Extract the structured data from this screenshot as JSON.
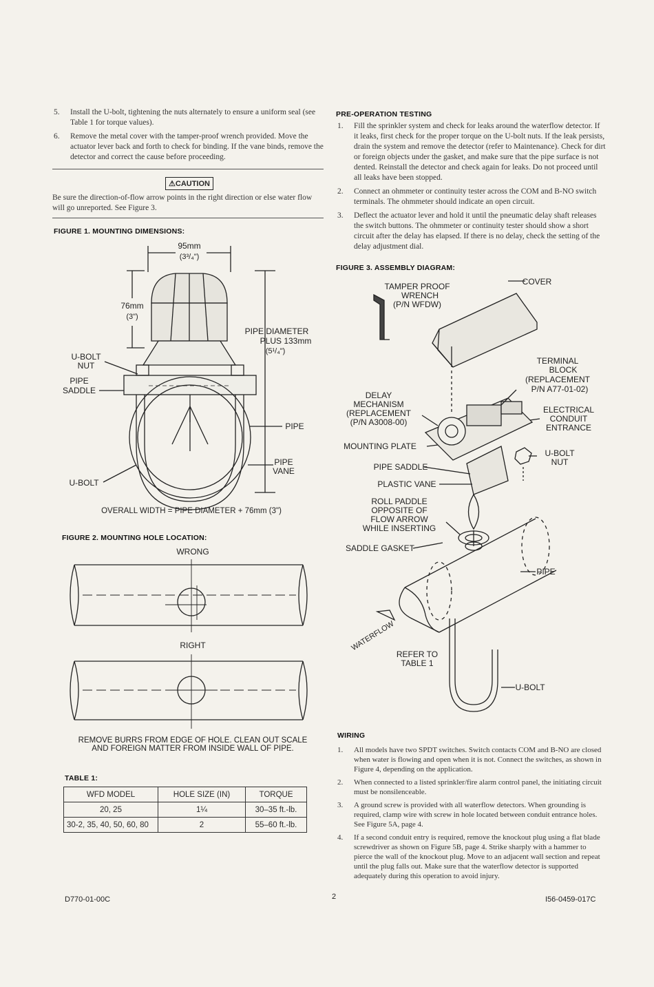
{
  "left": {
    "step5": {
      "num": "5.",
      "text": "Install the U-bolt, tightening the nuts alternately to ensure a uniform seal (see Table 1 for torque values)."
    },
    "step6": {
      "num": "6.",
      "text": "Remove the metal cover with the tamper-proof wrench provided. Move the actuator lever back and forth to check for binding. If the vane binds, remove the detector and correct the cause before proceeding."
    },
    "caution_label": "CAUTION",
    "caution_text": "Be sure the direction-of-flow arrow points in the right direction or else water flow will go unreported. See Figure 3.",
    "figure1": {
      "title": "FIGURE 1. MOUNTING DIMENSIONS:",
      "width_mm": "95mm",
      "width_in": "(3³/₄\")",
      "height_mm": "76mm",
      "height_in": "(3\")",
      "pipe_diameter_1": "PIPE DIAMETER",
      "pipe_diameter_2": "PLUS 133mm",
      "pipe_diameter_3": "(5¹/₄\")",
      "ubolt_nut_1": "U-BOLT",
      "ubolt_nut_2": "NUT",
      "pipe_saddle_1": "PIPE",
      "pipe_saddle_2": "SADDLE",
      "pipe": "PIPE",
      "pipe_vane_1": "PIPE",
      "pipe_vane_2": "VANE",
      "ubolt": "U-BOLT",
      "overall": "OVERALL WIDTH = PIPE DIAMETER + 76mm (3\")"
    },
    "figure2": {
      "title": "FIGURE 2. MOUNTING HOLE LOCATION:",
      "wrong": "WRONG",
      "right": "RIGHT",
      "note_1": "REMOVE BURRS FROM EDGE OF HOLE. CLEAN OUT SCALE",
      "note_2": "AND FOREIGN MATTER FROM INSIDE WALL OF PIPE."
    },
    "table1": {
      "title": "TABLE 1:",
      "headers": [
        "WFD MODEL",
        "HOLE SIZE (IN)",
        "TORQUE"
      ],
      "rows": [
        [
          "20, 25",
          "1¼",
          "30–35 ft.-lb."
        ],
        [
          "30-2, 35, 40, 50, 60, 80",
          "2",
          "55–60 ft.-lb."
        ]
      ]
    }
  },
  "right": {
    "preop": {
      "title": "PRE-OPERATION TESTING",
      "items": [
        {
          "num": "1.",
          "text": "Fill the sprinkler system and check for leaks around the waterflow detector. If it leaks, first check for the proper torque on the U-bolt nuts. If the leak persists, drain the system and remove the detector (refer to Maintenance). Check for dirt or foreign objects under the gasket, and make sure that the pipe surface is not dented. Reinstall the detector and check again for leaks. Do not proceed until all leaks have been stopped."
        },
        {
          "num": "2.",
          "text": "Connect an ohmmeter or continuity tester across the COM and B-NO switch terminals. The ohmmeter should indicate an open circuit."
        },
        {
          "num": "3.",
          "text": "Deflect the actuator lever and hold it until the pneumatic delay shaft releases the switch buttons. The ohmmeter or continuity tester should show a short circuit after the delay has elapsed. If there is no delay, check the setting of the delay adjustment dial."
        }
      ]
    },
    "figure3": {
      "title": "FIGURE 3. ASSEMBLY DIAGRAM:",
      "wrench_1": "TAMPER PROOF",
      "wrench_2": "WRENCH",
      "wrench_3": "(P/N WFDW)",
      "cover": "COVER",
      "terminal_1": "TERMINAL",
      "terminal_2": "BLOCK",
      "terminal_3": "(REPLACEMENT",
      "terminal_4": "P/N A77-01-02)",
      "delay_1": "DELAY",
      "delay_2": "MECHANISM",
      "delay_3": "(REPLACEMENT",
      "delay_4": "(P/N A3008-00)",
      "conduit_1": "ELECTRICAL",
      "conduit_2": "CONDUIT",
      "conduit_3": "ENTRANCE",
      "mounting_plate": "MOUNTING PLATE",
      "ubolt_nut_1": "U-BOLT",
      "ubolt_nut_2": "NUT",
      "pipe_saddle": "PIPE SADDLE",
      "plastic_vane": "PLASTIC VANE",
      "roll_1": "ROLL PADDLE",
      "roll_2": "OPPOSITE OF",
      "roll_3": "FLOW ARROW",
      "roll_4": "WHILE INSERTING",
      "gasket": "SADDLE GASKET",
      "pipe": "PIPE",
      "waterflow": "WATERFLOW",
      "refer_1": "REFER TO",
      "refer_2": "TABLE 1",
      "ubolt": "U-BOLT"
    },
    "wiring": {
      "title": "WIRING",
      "items": [
        {
          "num": "1.",
          "text": "All models have two SPDT switches. Switch contacts COM and B-NO are closed when water is flowing and open when it is not. Connect the switches, as shown in Figure 4, depending on the application."
        },
        {
          "num": "2.",
          "text": "When connected to a listed sprinkler/fire alarm control panel, the initiating circuit must be nonsilenceable."
        },
        {
          "num": "3.",
          "text": "A ground screw is provided with all waterflow detectors. When grounding is required, clamp wire with screw in hole located between conduit entrance holes. See Figure 5A, page 4."
        },
        {
          "num": "4.",
          "text": "If a second conduit entry is required, remove the knockout plug using a flat blade screwdriver as shown on Figure 5B, page 4. Strike sharply with a hammer to pierce the wall of the knockout plug. Move to an adjacent wall section and repeat until the plug falls out. Make sure that the waterflow detector is supported adequately during this operation to avoid injury."
        }
      ]
    }
  },
  "footer": {
    "left": "D770-01-00C",
    "page": "2",
    "right": "I56-0459-017C"
  }
}
